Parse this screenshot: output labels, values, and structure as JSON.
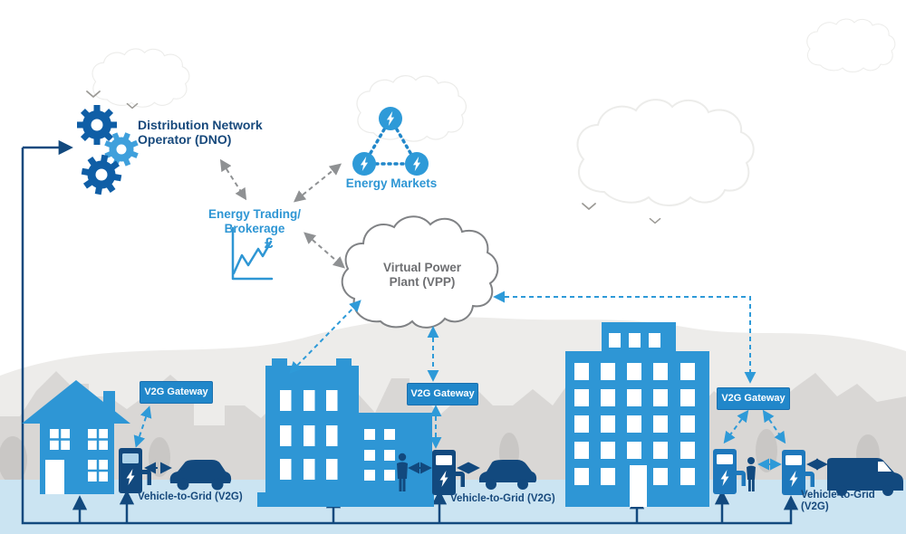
{
  "diagram": {
    "dno": {
      "line1": "Distribution Network",
      "line2": "Operator (DNO)"
    },
    "energy_markets": {
      "label": "Energy Markets"
    },
    "energy_trading": {
      "line1": "Energy Trading/",
      "line2": "Brokerage",
      "currency": "£"
    },
    "vpp": {
      "line1": "Virtual Power",
      "line2": "Plant (VPP)"
    },
    "gateways": [
      {
        "label": "V2G Gateway"
      },
      {
        "label": "V2G Gateway"
      },
      {
        "label": "V2G Gateway"
      }
    ],
    "v2g": [
      {
        "label": "Vehicle-to-Grid (V2G)"
      },
      {
        "label": "Vehicle-to-Grid (V2G)"
      },
      {
        "line1": "Vehicle-to-Grid",
        "line2": "(V2G)"
      }
    ]
  },
  "icons": {
    "gears": "gears-icon",
    "bolt": "lightning-bolt-icon",
    "chart": "trend-chart-icon",
    "cloud": "cloud-icon",
    "bird": "bird-icon"
  },
  "colors": {
    "building_blue": "#2e96d5",
    "charger_blue": "#1e78bc",
    "navy": "#12497e",
    "accent_blue": "#2e9ad8",
    "gateway_bg": "#2187ca",
    "text_navy": "#17497c",
    "text_blue": "#2e96d4",
    "vpp_gray": "#6e6f72",
    "arrow_gray": "#8f9193",
    "hill_gray": "#edecea",
    "skyline_gray": "#d9d7d5",
    "tree_gray": "#c9c7c5",
    "ground_blue": "#cbe4f2"
  }
}
